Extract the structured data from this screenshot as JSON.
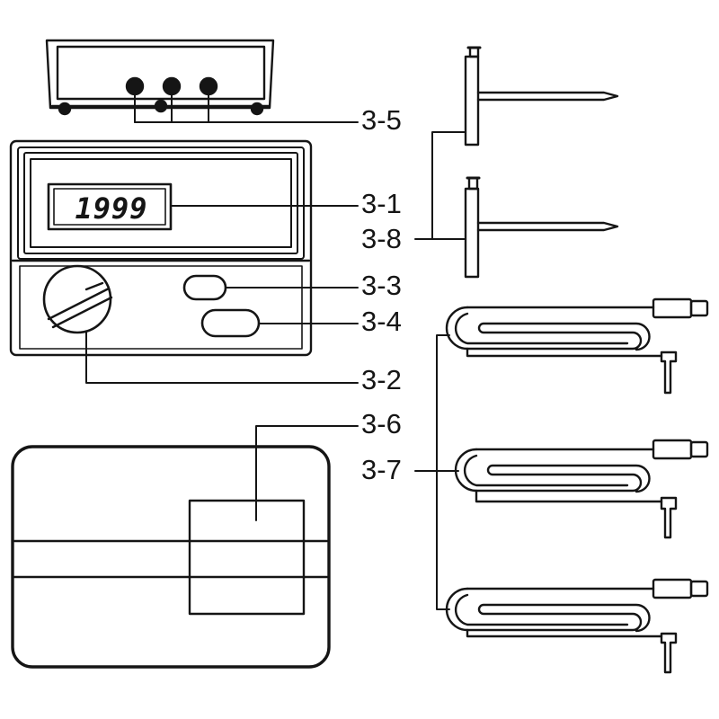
{
  "display": {
    "reading": "1999"
  },
  "labels": {
    "display": "3-1",
    "range_switch": "3-2",
    "button_upper": "3-3",
    "button_lower": "3-4",
    "terminals": "3-5",
    "carrying_case": "3-6",
    "test_leads": "3-7",
    "earth_spikes": "3-8"
  },
  "colors": {
    "ink": "#151515",
    "paper": "#ffffff"
  }
}
